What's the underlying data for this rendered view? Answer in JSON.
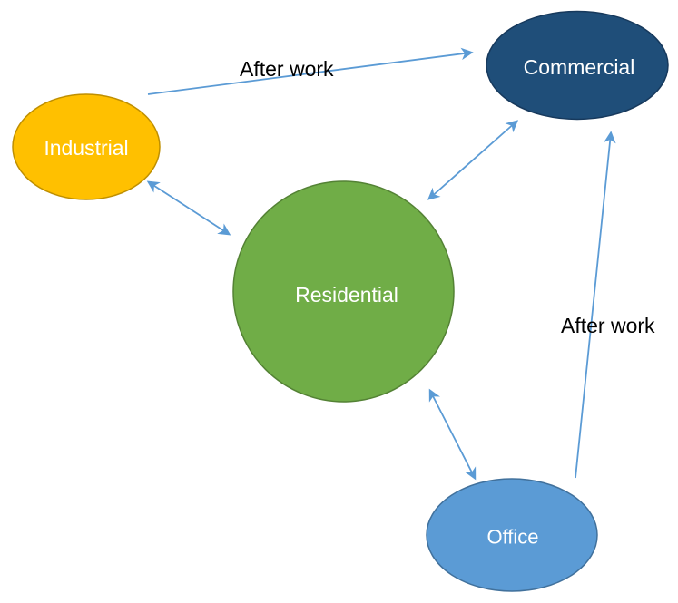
{
  "diagram": {
    "background": "#FFFFFF",
    "arrow_color": "#5B9BD5",
    "edge_label_color": "#000000",
    "nodes": [
      {
        "id": "industrial",
        "label": "Industrial",
        "shape": "ellipse",
        "fill": "#FFC000",
        "stroke": "#BF8F00",
        "text_color": "#FFFFFF"
      },
      {
        "id": "commercial",
        "label": "Commercial",
        "shape": "ellipse",
        "fill": "#1F4E79",
        "stroke": "#17395C",
        "text_color": "#FFFFFF"
      },
      {
        "id": "residential",
        "label": "Residential",
        "shape": "circle",
        "fill": "#70AD47",
        "stroke": "#548235",
        "text_color": "#FFFFFF"
      },
      {
        "id": "office",
        "label": "Office",
        "shape": "ellipse",
        "fill": "#5B9BD5",
        "stroke": "#41719C",
        "text_color": "#FFFFFF"
      }
    ],
    "edges": [
      {
        "from": "industrial",
        "to": "commercial",
        "label": "After work",
        "direction": "one-way"
      },
      {
        "from": "industrial",
        "to": "residential",
        "label": "",
        "direction": "two-way"
      },
      {
        "from": "residential",
        "to": "commercial",
        "label": "",
        "direction": "two-way"
      },
      {
        "from": "residential",
        "to": "office",
        "label": "",
        "direction": "two-way"
      },
      {
        "from": "office",
        "to": "commercial",
        "label": "After work",
        "direction": "one-way"
      }
    ]
  }
}
